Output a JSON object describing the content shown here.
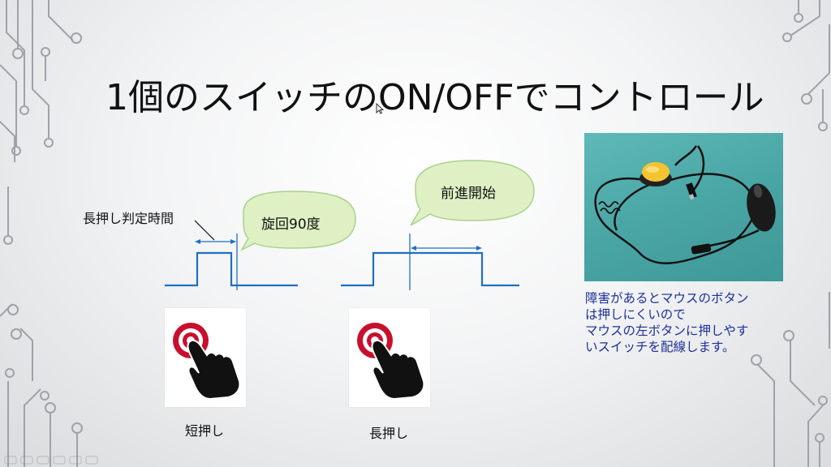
{
  "slide": {
    "title": "1個のスイッチのON/OFFでコントロール",
    "long_press_judgement_label": "長押し判定時間",
    "bubble_rotate": "旋回90度",
    "bubble_forward": "前進開始",
    "short_press_label": "短押し",
    "long_press_label": "長押し",
    "description_lines": [
      "障害があるとマウスのボタン",
      "は押しにくいので",
      "マウスの左ボタンに押しやす",
      "いスイッチを配線します。"
    ]
  },
  "colors": {
    "signal_line": "#1f6fc1",
    "bubble_fill": "#dff1c4",
    "bubble_stroke": "#a9d18e",
    "description_text": "#1f2f9a",
    "circuit_decoration": "#9ea3a8",
    "photo_background": "#4faaaa",
    "button_red": "#c8102e",
    "hand_black": "#111111"
  },
  "icons": {
    "short_press": "finger-press-icon",
    "long_press": "finger-press-icon",
    "cursor": "mouse-cursor-icon"
  }
}
